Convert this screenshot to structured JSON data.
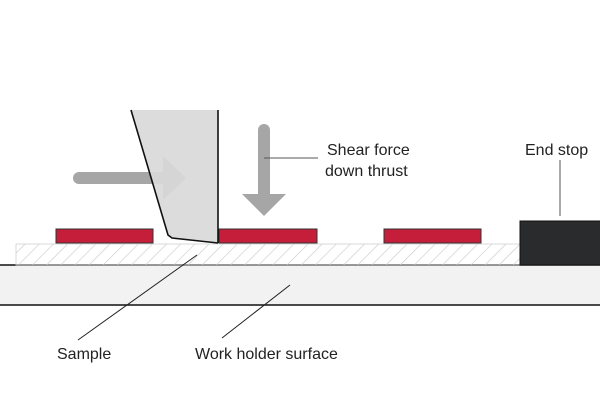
{
  "labels": {
    "shear_force_line1": "Shear force",
    "shear_force_line2": "down thrust",
    "end_stop": "End stop",
    "sample": "Sample",
    "work_holder_surface": "Work holder surface"
  },
  "colors": {
    "sample": "#c41e3a",
    "blade": "#d9d9d9",
    "arrow": "#a6a6a6",
    "end_stop": "#2a2b2d",
    "surface": "#f2f2f2"
  }
}
